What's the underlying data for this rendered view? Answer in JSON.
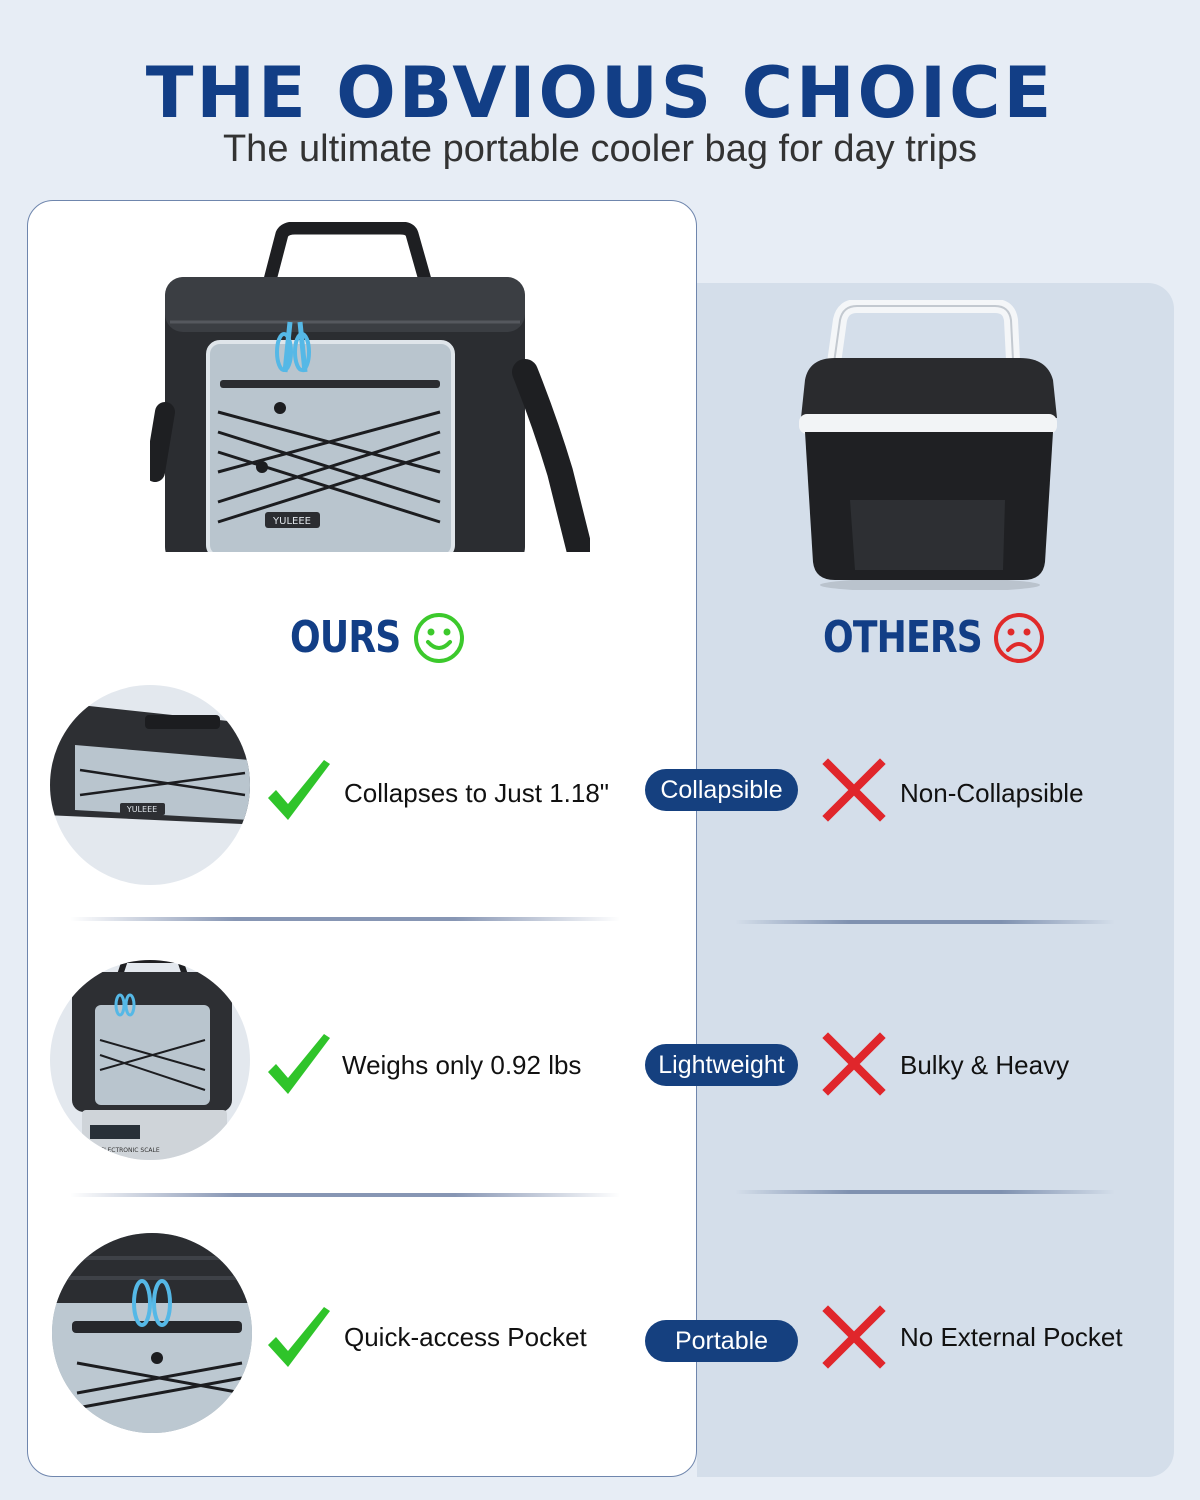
{
  "header": {
    "title": "THE OBVIOUS CHOICE",
    "subtitle": "The ultimate portable cooler bag for day trips"
  },
  "columns": {
    "ours_label": "OURS",
    "others_label": "OTHERS"
  },
  "product": {
    "brand_tag": "YULEEE",
    "scale_label": "ELECTRONIC SCALE"
  },
  "rows": [
    {
      "ours_text": "Collapses to Just 1.18\"",
      "pill": "Collapsible",
      "others_text": "Non-Collapsible"
    },
    {
      "ours_text": "Weighs only 0.92 lbs",
      "pill": "Lightweight",
      "others_text": "Bulky & Heavy"
    },
    {
      "ours_text": "Quick-access Pocket",
      "pill": "Portable",
      "others_text": "No External Pocket"
    }
  ],
  "colors": {
    "brand_blue": "#123e86",
    "pill_blue": "#15407f",
    "check_green": "#2fc42a",
    "cross_red": "#e0262b",
    "smile_green": "#3cc92c",
    "frown_red": "#e02a2a"
  }
}
